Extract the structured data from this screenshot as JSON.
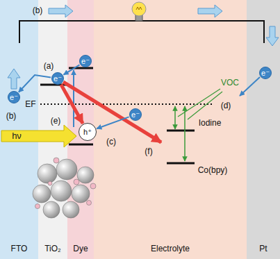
{
  "diagram": {
    "nodes": [
      {
        "text": [
          "FTO"
        ]
      },
      {
        "text": [
          "TiO₂"
        ]
      },
      {
        "text": [
          "Dye"
        ]
      },
      {
        "text": [
          "Electrolyte"
        ]
      },
      {
        "text": [
          "Pt"
        ]
      },
      {
        "text": [
          "e⁻"
        ],
        "in": 0
      },
      {
        "text": [
          "e⁻"
        ],
        "in": 1
      },
      {
        "text": [
          "e⁻"
        ],
        "in": 2
      },
      {
        "text": [
          "h⁺"
        ],
        "in": 2
      },
      {
        "text": [
          "e⁻"
        ],
        "in": 3
      },
      {
        "text": [
          "e⁻"
        ],
        "in": 4
      }
    ],
    "edges": [
      {
        "from": 7,
        "to": 6,
        "label": "(a)",
        "arrow": "to"
      },
      {
        "from": 6,
        "to": 5,
        "label": "(b)",
        "arrow": "to"
      },
      {
        "from": 9,
        "to": 8,
        "label": "(c)",
        "arrow": "to"
      },
      {
        "from": 6,
        "to": 8,
        "label": "(e)",
        "arrow": "to"
      }
    ],
    "labels": [
      "(b)",
      "EF",
      "VOC",
      "(d)",
      "Iodine",
      "Co(bpy)",
      "(f)",
      "hν"
    ]
  }
}
